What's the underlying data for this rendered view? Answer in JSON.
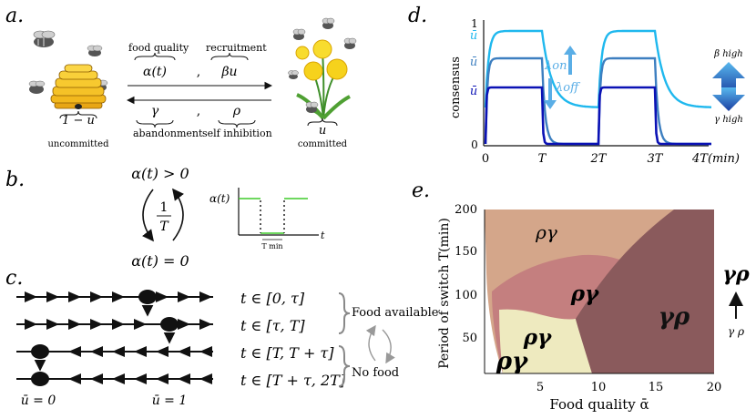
{
  "panels": {
    "a": {
      "letter": "a.",
      "food_quality_label": "food quality",
      "recruitment_label": "recruitment",
      "alpha_rate": "α(t)",
      "beta_rate": "βu",
      "gamma_rate": "γ",
      "rho_rate": "ρ",
      "separator": ",",
      "abandonment_label": "abandonment",
      "self_inhibition_label": "self inhibition",
      "uncommitted_value": "1 − u",
      "uncommitted_label": "uncommitted",
      "committed_value": "u",
      "committed_label": "committed"
    },
    "b": {
      "letter": "b.",
      "state_on": "α(t) > 0",
      "state_off": "α(t) = 0",
      "rate_num": "1",
      "rate_den": "T",
      "signal_ylabel": "α(t)",
      "signal_xlabel": "t",
      "period_label": "T min"
    },
    "c": {
      "letter": "c.",
      "rows": [
        {
          "label": "t ∈ [0, τ]"
        },
        {
          "label": "t ∈ [τ, T]"
        },
        {
          "label": "t ∈ [T, T + τ]"
        },
        {
          "label": "t ∈ [T + τ, 2T]"
        }
      ],
      "food_available": "Food available",
      "no_food": "No food",
      "ubar_zero": "ū = 0",
      "ubar_one": "ū = 1"
    },
    "d": {
      "letter": "d.",
      "ylabel": "consensus",
      "y_top": "1",
      "y_bottom": "0",
      "ubar_labels": [
        "ū",
        "ū",
        "ū"
      ],
      "x_ticks": [
        "0",
        "T",
        "2T",
        "3T",
        "4T(min)"
      ],
      "lambda_on": "λon",
      "lambda_off": "λoff",
      "beta_high": "β high",
      "gamma_high": "γ high",
      "colors": {
        "light": "#1fb8ee",
        "mid": "#3d7fc0",
        "dark": "#0b12b5",
        "arrow": "#5aaee6"
      }
    },
    "e": {
      "letter": "e.",
      "ylabel": "Period of switch T(min)",
      "xlabel": "Food quality ᾱ",
      "x_ticks": [
        "5",
        "10",
        "15",
        "20"
      ],
      "y_ticks": [
        "50",
        "100",
        "150",
        "200"
      ],
      "region_labels": [
        "ργ",
        "ργ",
        "ργ",
        "ργ",
        "γρ"
      ],
      "side_top": "γρ",
      "side_bottom": "γ ρ",
      "colors": {
        "top": "#d4a68a",
        "middle": "#c47f7f",
        "right": "#8a5a5c",
        "cream": "#eeeabf"
      }
    }
  }
}
